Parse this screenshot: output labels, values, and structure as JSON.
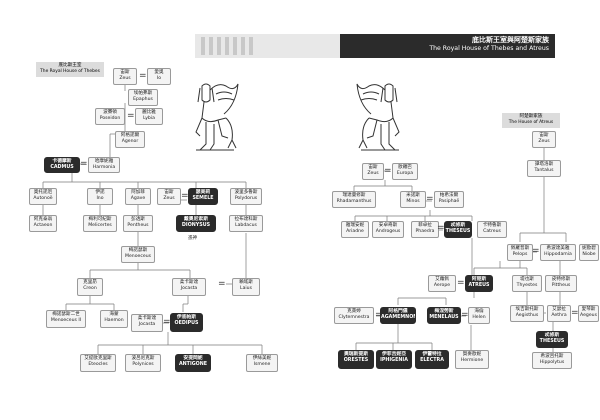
{
  "header": {
    "title_zh": "底比斯王室與阿楚斯家族",
    "title_en": "The Royal House of Thebes and Atreus"
  },
  "labels": {
    "thebes": {
      "zh": "底比斯王室",
      "en": "The Royal House of Thebes"
    },
    "atreus": {
      "zh": "阿楚斯家族",
      "en": "The House of Atreus"
    }
  },
  "notes": {
    "suicide": "憑神"
  },
  "people": {
    "zeus_a": {
      "zh": "宙斯",
      "en": "Zeus"
    },
    "io": {
      "zh": "愛奧",
      "en": "Io"
    },
    "epaphus": {
      "zh": "埃帕弗斯",
      "en": "Epaphus"
    },
    "poseidon": {
      "zh": "波賽頓",
      "en": "Poseidon"
    },
    "lybia": {
      "zh": "麗比雅",
      "en": "Lybia"
    },
    "agenor": {
      "zh": "阿格諾爾",
      "en": "Agenor"
    },
    "cadmus": {
      "zh": "卡德摩斯",
      "en": "CADMUS"
    },
    "harmonia": {
      "zh": "哈摩妮雅",
      "en": "Harmonia"
    },
    "autonoe": {
      "zh": "奧托諾厄",
      "en": "Autonoë"
    },
    "actaeon": {
      "zh": "阿克泰翁",
      "en": "Actaeon"
    },
    "ino": {
      "zh": "伊諾",
      "en": "Ino"
    },
    "melicertes": {
      "zh": "梅利可紀斯",
      "en": "Melicertes"
    },
    "agave": {
      "zh": "阿加菲",
      "en": "Agave"
    },
    "pentheus": {
      "zh": "彭透斯",
      "en": "Pentheus"
    },
    "zeus_b": {
      "zh": "宙斯",
      "en": "Zeus"
    },
    "semele": {
      "zh": "瑟美莉",
      "en": "SEMELE"
    },
    "dionysus": {
      "zh": "戴奧尼索斯",
      "en": "DIONYSUS"
    },
    "polydorus": {
      "zh": "波里多魯斯",
      "en": "Polydorus"
    },
    "labdacus": {
      "zh": "拉布達科斯",
      "en": "Labdacus"
    },
    "menoeceus": {
      "zh": "梅諾瑟斯",
      "en": "Menoeceus"
    },
    "creon": {
      "zh": "克里昂",
      "en": "Creon"
    },
    "jocasta_a": {
      "zh": "柔卡斯達",
      "en": "Jocasta"
    },
    "laius": {
      "zh": "賴瑤斯",
      "en": "Laius"
    },
    "menoeceus2": {
      "zh": "梅諾瑟斯二世",
      "en": "Menoeceus II"
    },
    "haemon": {
      "zh": "海蒙",
      "en": "Haemon"
    },
    "jocasta_b": {
      "zh": "柔卡斯達",
      "en": "Jocasta"
    },
    "oedipus": {
      "zh": "伊底帕斯",
      "en": "OEDIPUS"
    },
    "eteocles": {
      "zh": "艾提歐克里斯",
      "en": "Eteocles"
    },
    "polynices": {
      "zh": "波呂尼克斯",
      "en": "Polynices"
    },
    "antigone": {
      "zh": "安提岡妮",
      "en": "ANTIGONE"
    },
    "ismene": {
      "zh": "伊絲美妮",
      "en": "Ismene"
    },
    "zeus_c": {
      "zh": "宙斯",
      "en": "Zeus"
    },
    "europa": {
      "zh": "歐羅巴",
      "en": "Europa"
    },
    "rhadamanthus": {
      "zh": "瑞達曼修斯",
      "en": "Rhadamanthus"
    },
    "minos": {
      "zh": "米諾斯",
      "en": "Minos"
    },
    "pasiphae": {
      "zh": "帕希法爾",
      "en": "Pasiphaë"
    },
    "ariadne": {
      "zh": "雅瑞安妮",
      "en": "Ariadne"
    },
    "androgeus": {
      "zh": "安卓奇斯",
      "en": "Androgeus"
    },
    "phaedra": {
      "zh": "菲卓拉",
      "en": "Phaedra"
    },
    "theseus_a": {
      "zh": "忒修斯",
      "en": "THESEUS"
    },
    "catreus": {
      "zh": "卡特魯斯",
      "en": "Catreus"
    },
    "zeus_d": {
      "zh": "宙斯",
      "en": "Zeus"
    },
    "tantalus": {
      "zh": "譚塔洛斯",
      "en": "Tantalus"
    },
    "pelops": {
      "zh": "佩羅普斯",
      "en": "Pelops"
    },
    "hippodamia": {
      "zh": "希波達美雅",
      "en": "Hippodamia"
    },
    "niobe": {
      "zh": "妮歐碧",
      "en": "Niobe"
    },
    "aerope": {
      "zh": "艾蘿佩",
      "en": "Aerope"
    },
    "atreus": {
      "zh": "阿楚斯",
      "en": "ATREUS"
    },
    "thyestes": {
      "zh": "堤也斯",
      "en": "Thyestes"
    },
    "pittheus": {
      "zh": "皮特修斯",
      "en": "Pittheus"
    },
    "clytemnestra": {
      "zh": "克萊婷",
      "en": "Clytemnestra"
    },
    "agamemnon": {
      "zh": "阿格門儂",
      "en": "AGAMEMNON"
    },
    "menelaus": {
      "zh": "梅涅勞斯",
      "en": "MENELAUS"
    },
    "helen": {
      "zh": "海倫",
      "en": "Helen"
    },
    "aegisthus": {
      "zh": "埃吉斯托斯",
      "en": "Aegisthus"
    },
    "aethra": {
      "zh": "艾瑟拉",
      "en": "Aethra"
    },
    "aegeus": {
      "zh": "愛琴斯",
      "en": "Aegeus"
    },
    "theseus_b": {
      "zh": "忒修斯",
      "en": "THESEUS"
    },
    "orestes": {
      "zh": "奧瑞斯提斯",
      "en": "ORESTES"
    },
    "iphigenia": {
      "zh": "伊菲吉妮亞",
      "en": "IPHIGENIA"
    },
    "electra": {
      "zh": "伊蕾特拉",
      "en": "ELECTRA"
    },
    "hermione": {
      "zh": "賀麥歐妮",
      "en": "Hermione"
    },
    "hippolytus": {
      "zh": "希波呂托斯",
      "en": "Hippolytus"
    }
  }
}
